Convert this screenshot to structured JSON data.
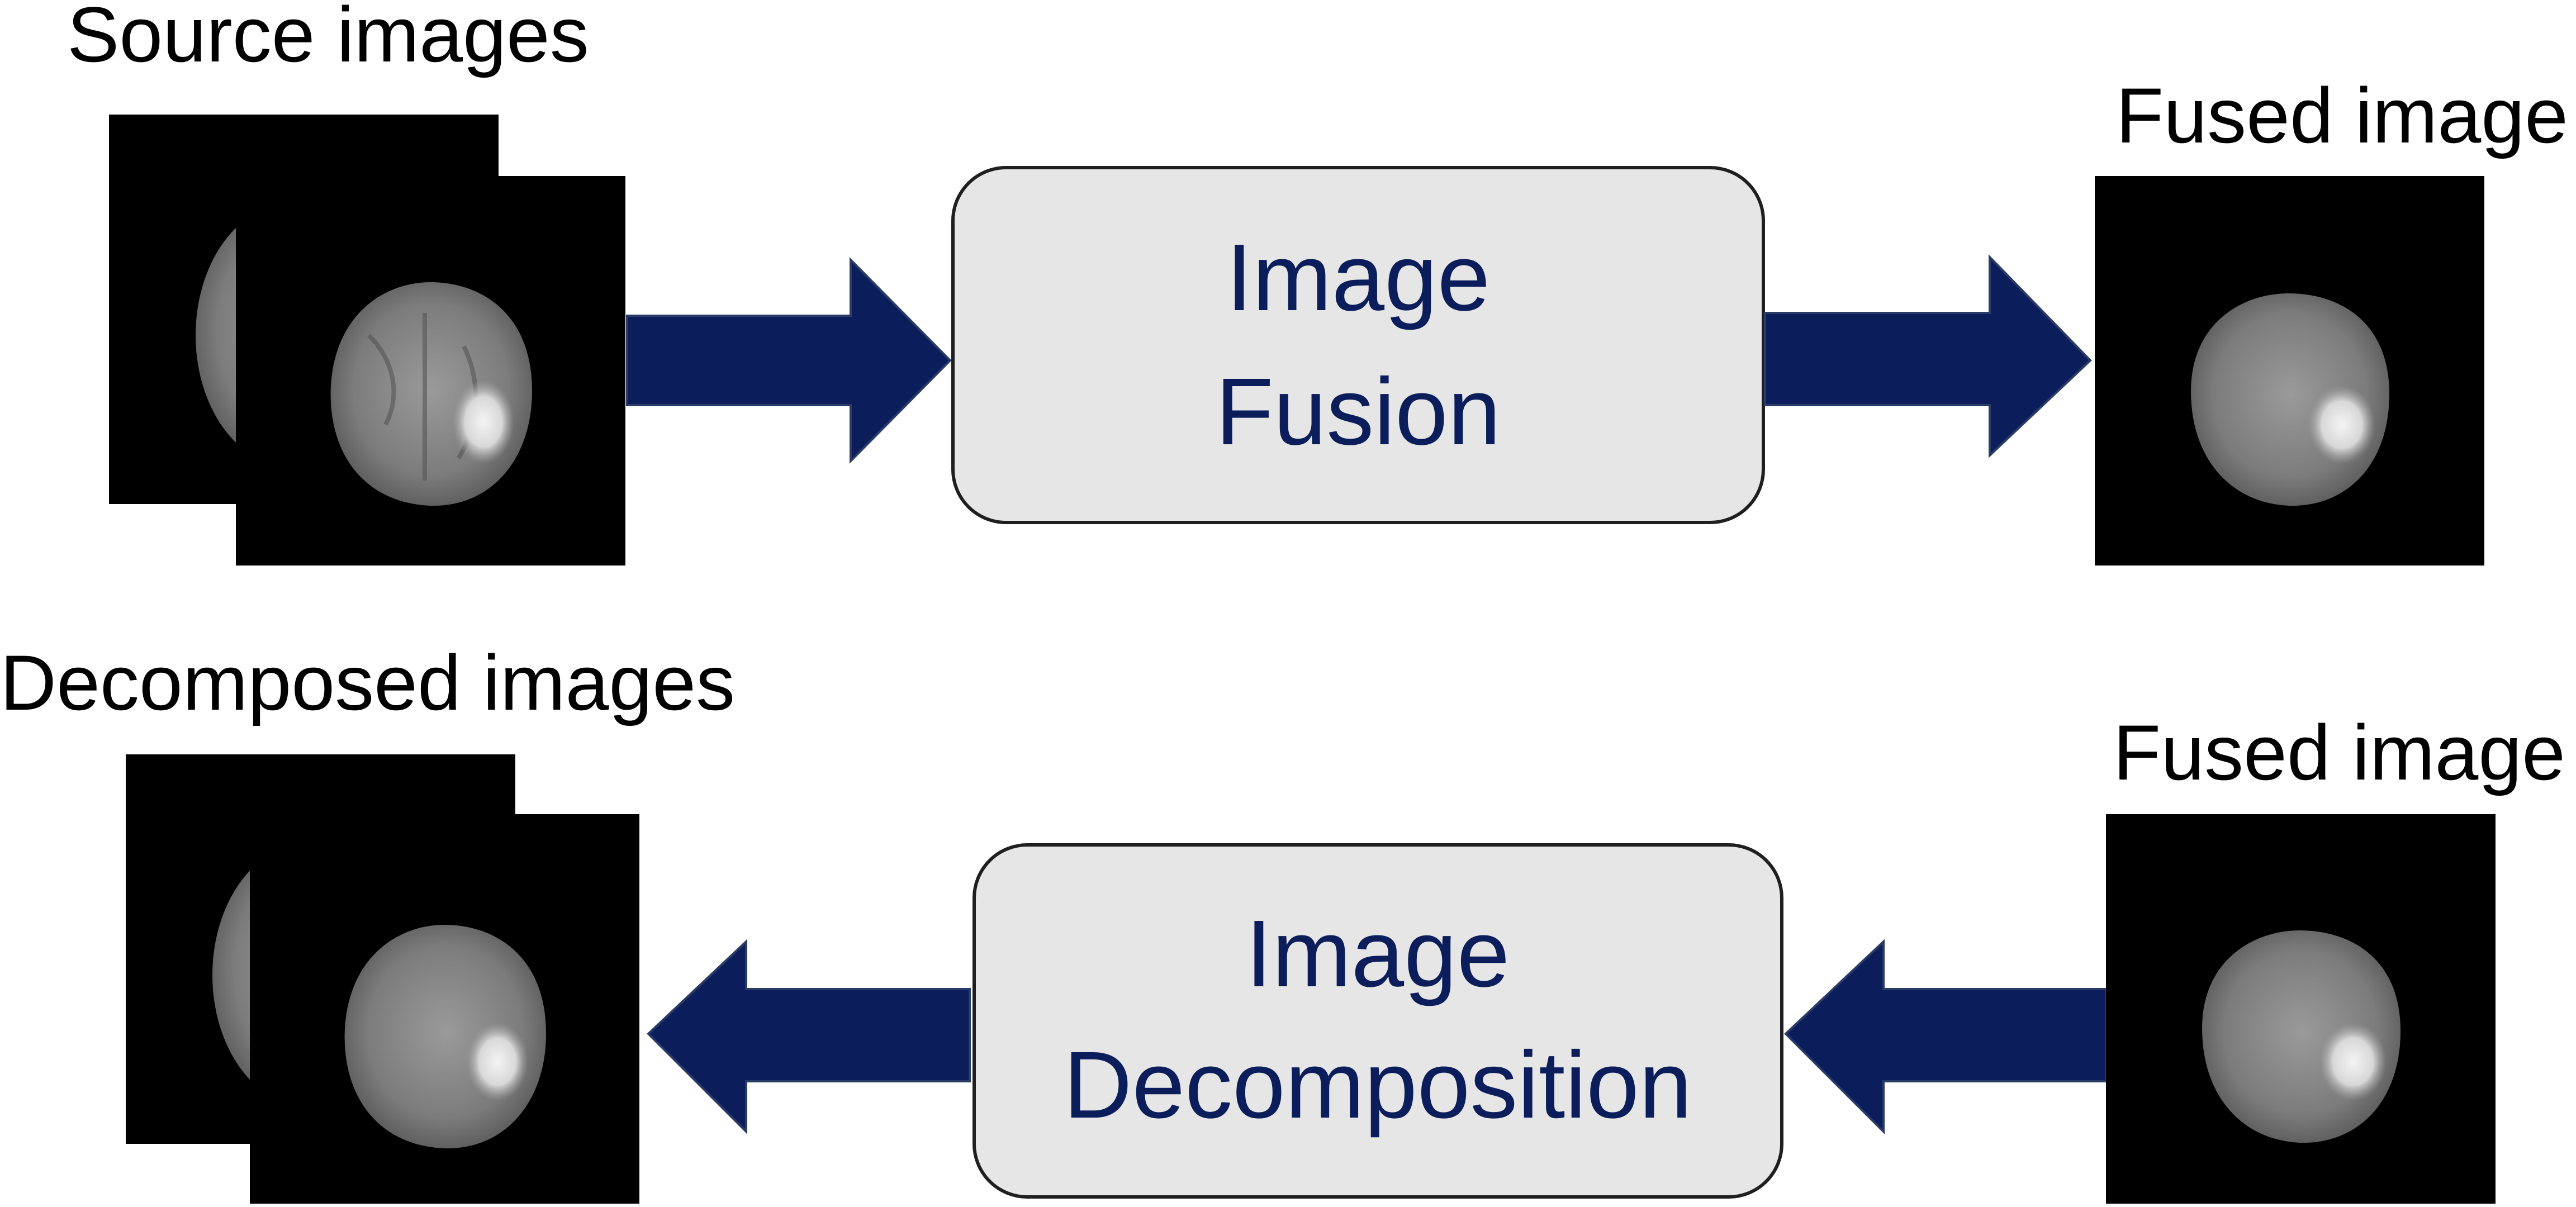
{
  "labels": {
    "source_images": "Source images",
    "fused_image_top": "Fused image",
    "decomposed_images": "Decomposed images",
    "fused_image_bottom": "Fused image"
  },
  "boxes": {
    "fusion": {
      "line1": "Image",
      "line2": "Fusion"
    },
    "decomposition": {
      "line1": "Image",
      "line2": "Decomposition"
    }
  },
  "colors": {
    "arrow": "#0b1e5b",
    "box_fill": "#e6e6e6",
    "box_stroke": "#1f1f1f",
    "box_text": "#0b1e5b",
    "image_background": "#000000",
    "label_text": "#000000"
  },
  "icons": {
    "source_image": "brain-mri-image",
    "fused_image": "brain-mri-image",
    "arrow": "block-arrow"
  }
}
